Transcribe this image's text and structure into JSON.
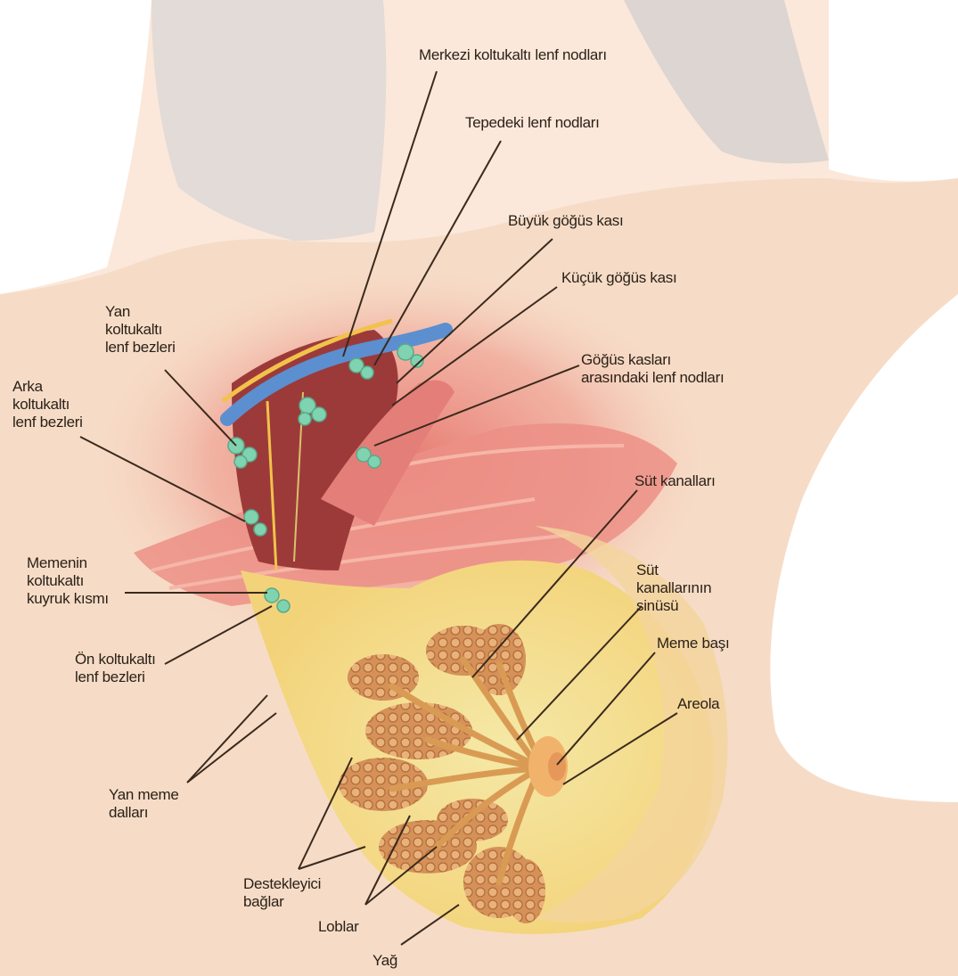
{
  "diagram": {
    "labels": {
      "central_axillary_nodes": "Merkezi koltukaltı lenf nodları",
      "apical_nodes": "Tepedeki lenf nodları",
      "pectoralis_major": "Büyük göğüs kası",
      "pectoralis_minor": "Küçük göğüs kası",
      "interpectoral_nodes": "Göğüs kasları\narasındaki lenf nodları",
      "milk_ducts": "Süt kanalları",
      "milk_duct_sinus": "Süt\nkanallarının\nsinüsü",
      "nipple": "Meme başı",
      "areola": "Areola",
      "lateral_axillary_nodes": "Yan\nkoltukaltı\nlenf bezleri",
      "posterior_axillary_nodes": "Arka\nkoltukaltı\nlenf bezleri",
      "axillary_tail": "Memenin\nkoltukaltı\nkuyruk kısmı",
      "anterior_axillary_nodes": "Ön koltukaltı\nlenf bezleri",
      "lateral_mammary_branches": "Yan meme\ndalları",
      "suspensory_ligaments": "Destekleyici\nbağlar",
      "lobes": "Loblar",
      "fat": "Yağ"
    },
    "colors": {
      "skin": "#f6dcc7",
      "muscle": "#e98a83",
      "fat": "#f3df72",
      "lobules": "#cf8a52",
      "lymph_node": "#7fd3b0",
      "vein": "#5b8fd0",
      "leader_line": "#3b2a1d"
    }
  }
}
